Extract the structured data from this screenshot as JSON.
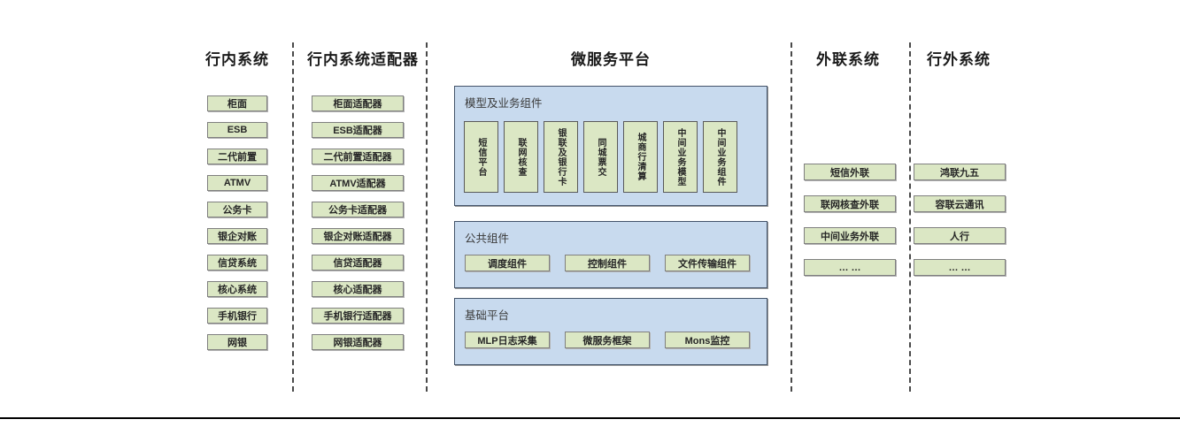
{
  "columns": {
    "internal": {
      "title": "行内系统",
      "items": [
        "柜面",
        "ESB",
        "二代前置",
        "ATMV",
        "公务卡",
        "银企对账",
        "信贷系统",
        "核心系统",
        "手机银行",
        "网银"
      ]
    },
    "adapters": {
      "title": "行内系统适配器",
      "items": [
        "柜面适配器",
        "ESB适配器",
        "二代前置适配器",
        "ATMV适配器",
        "公务卡适配器",
        "银企对账适配器",
        "信贷适配器",
        "核心适配器",
        "手机银行适配器",
        "网银适配器"
      ]
    },
    "platform": {
      "title": "微服务平台",
      "sections": [
        {
          "label": "模型及业务组件",
          "items": [
            "短信平台",
            "联网核查",
            "银联及银行卡",
            "同城票交",
            "城商行清算",
            "中间业务模型",
            "中间业务组件"
          ]
        },
        {
          "label": "公共组件",
          "items": [
            "调度组件",
            "控制组件",
            "文件传输组件"
          ]
        },
        {
          "label": "基础平台",
          "items": [
            "MLP日志采集",
            "微服务框架",
            "Mons监控"
          ]
        }
      ]
    },
    "outreach": {
      "title": "外联系统",
      "items": [
        "短信外联",
        "联网核查外联",
        "中间业务外联",
        "… …"
      ]
    },
    "external": {
      "title": "行外系统",
      "items": [
        "鸿联九五",
        "容联云通讯",
        "人行",
        "… …"
      ]
    }
  },
  "colors": {
    "box_green_fill": "#dbe7c4",
    "box_green_border": "#7f7f7f",
    "panel_blue_fill": "#c8daee",
    "panel_blue_border": "#44546a",
    "divider": "#4a4a4a",
    "bottom_rule": "#000000"
  }
}
